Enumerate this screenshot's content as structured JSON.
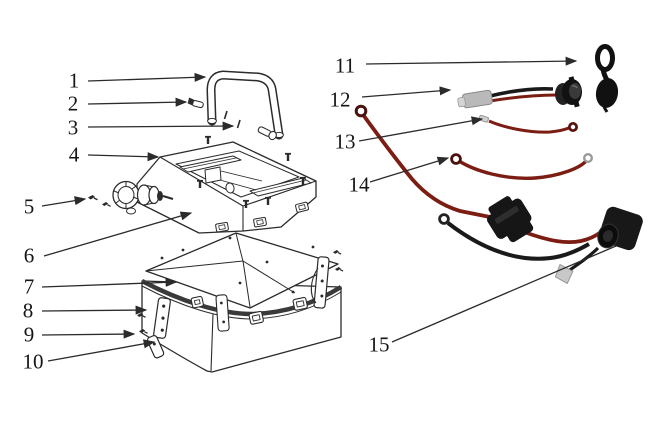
{
  "diagram": {
    "background": "#ffffff",
    "line_color": "#2b2b2b",
    "wire_red": "#7b1d12",
    "wire_black": "#1a1a1a",
    "connector_gray": "#b9b9b9",
    "callouts": [
      {
        "number": "1"
      },
      {
        "number": "2"
      },
      {
        "number": "3"
      },
      {
        "number": "4"
      },
      {
        "number": "5"
      },
      {
        "number": "6"
      },
      {
        "number": "7"
      },
      {
        "number": "8"
      },
      {
        "number": "9"
      },
      {
        "number": "10"
      },
      {
        "number": "11"
      },
      {
        "number": "12"
      },
      {
        "number": "13"
      },
      {
        "number": "14"
      },
      {
        "number": "15"
      }
    ]
  }
}
